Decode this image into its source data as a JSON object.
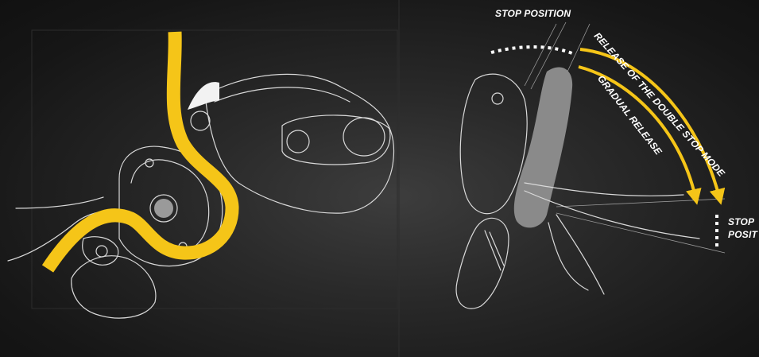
{
  "labels": {
    "stop_position_top": "STOP POSITION",
    "stop_position_right_line1": "STOP",
    "stop_position_right_line2": "POSIT",
    "release_double_stop": "RELEASE OF THE DOUBLE STOP MODE",
    "gradual_release": "GRADUAL RELEASE"
  },
  "colors": {
    "rope": "#f5c518",
    "handle": "#8a8a8a",
    "outline": "#d9d9d9",
    "arrow": "#f5c518",
    "dashed": "#ffffff"
  }
}
